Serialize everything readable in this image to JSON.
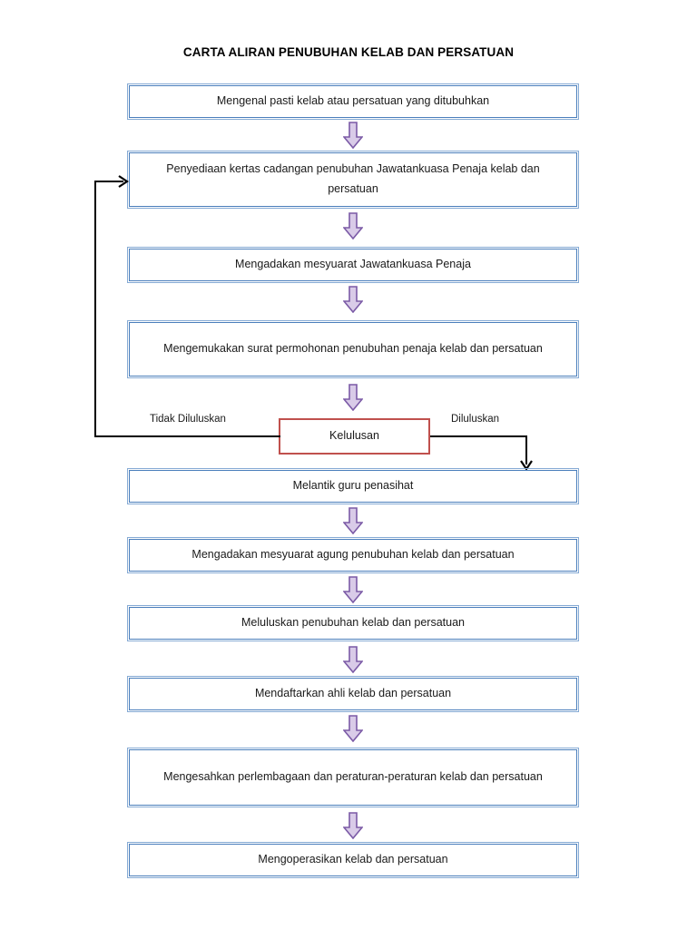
{
  "title": "CARTA ALIRAN PENUBUHAN KELAB DAN PERSATUAN",
  "colors": {
    "process_border": "#4a7ebb",
    "decision_border": "#c0504d",
    "arrow_stroke": "#7b5aa6",
    "arrow_fill": "#d9cbe8",
    "connector": "#000000",
    "background": "#ffffff",
    "text": "#1a1a1a"
  },
  "nodes": [
    {
      "id": "n1",
      "type": "process",
      "label": "Mengenal pasti kelab atau persatuan yang ditubuhkan"
    },
    {
      "id": "n2",
      "type": "process",
      "label": "Penyediaan kertas cadangan penubuhan Jawatankuasa Penaja kelab dan persatuan"
    },
    {
      "id": "n3",
      "type": "process",
      "label": "Mengadakan mesyuarat Jawatankuasa Penaja"
    },
    {
      "id": "n4",
      "type": "process",
      "label": "Mengemukakan surat permohonan penubuhan penaja kelab dan persatuan"
    },
    {
      "id": "n5",
      "type": "decision",
      "label": "Kelulusan"
    },
    {
      "id": "n6",
      "type": "process",
      "label": "Melantik guru penasihat"
    },
    {
      "id": "n7",
      "type": "process",
      "label": "Mengadakan mesyuarat agung penubuhan kelab dan persatuan"
    },
    {
      "id": "n8",
      "type": "process",
      "label": "Meluluskan penubuhan kelab dan persatuan"
    },
    {
      "id": "n9",
      "type": "process",
      "label": "Mendaftarkan ahli kelab dan persatuan"
    },
    {
      "id": "n10",
      "type": "process",
      "label": "Mengesahkan perlembagaan dan peraturan-peraturan kelab dan persatuan"
    },
    {
      "id": "n11",
      "type": "process",
      "label": "Mengoperasikan kelab dan persatuan"
    }
  ],
  "branches": {
    "reject_label": "Tidak Diluluskan",
    "approve_label": "Diluluskan"
  },
  "chart_data": {
    "type": "flowchart",
    "title": "CARTA ALIRAN PENUBUHAN KELAB DAN PERSATUAN",
    "orientation": "top-to-bottom",
    "steps": [
      "Mengenal pasti kelab atau persatuan yang ditubuhkan",
      "Penyediaan kertas cadangan penubuhan Jawatankuasa Penaja kelab dan persatuan",
      "Mengadakan mesyuarat Jawatankuasa Penaja",
      "Mengemukakan surat permohonan penubuhan penaja kelab dan persatuan",
      "Kelulusan",
      "Melantik guru penasihat",
      "Mengadakan mesyuarat agung penubuhan kelab dan persatuan",
      "Meluluskan penubuhan kelab dan persatuan",
      "Mendaftarkan ahli kelab dan persatuan",
      "Mengesahkan perlembagaan dan peraturan-peraturan kelab dan persatuan",
      "Mengoperasikan kelab dan persatuan"
    ],
    "decision": {
      "node": "Kelulusan",
      "branches": [
        {
          "label": "Tidak Diluluskan",
          "target": "Penyediaan kertas cadangan penubuhan Jawatankuasa Penaja kelab dan persatuan"
        },
        {
          "label": "Diluluskan",
          "target": "Melantik guru penasihat"
        }
      ]
    }
  }
}
